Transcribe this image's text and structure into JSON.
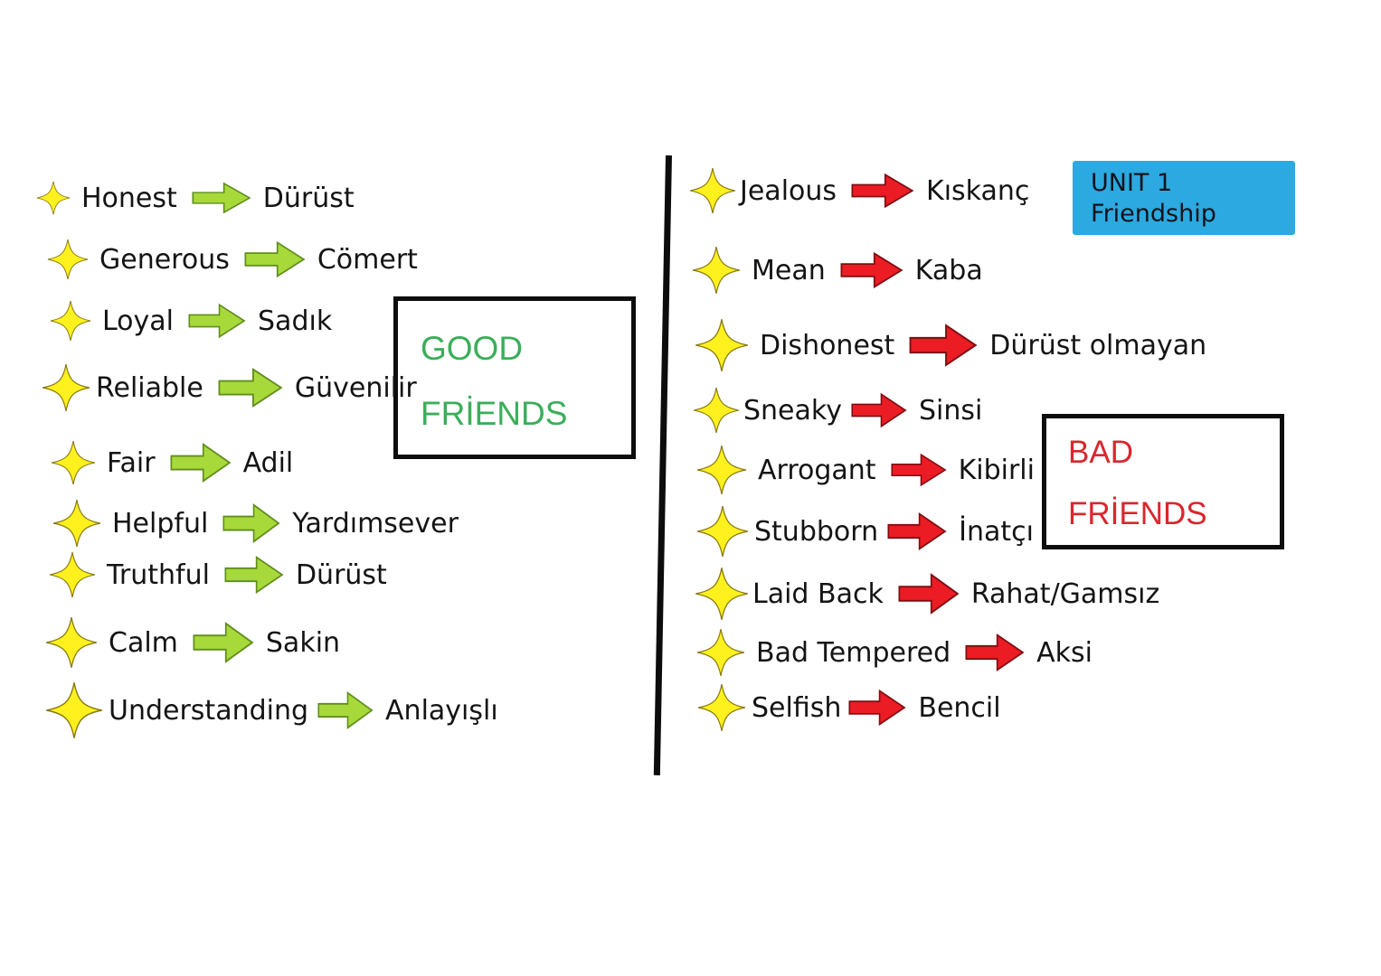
{
  "unit_box": {
    "line1": "UNIT 1",
    "line2": "Friendship",
    "bg_color": "#2BA9E0",
    "text_color": "#10131c"
  },
  "good_box": {
    "line1": "GOOD",
    "line2": "FRİENDS",
    "text_color": "#3BAE5A",
    "border_color": "#0d0d0d"
  },
  "bad_box": {
    "line1": "BAD",
    "line2": "FRİENDS",
    "text_color": "#D9272E",
    "border_color": "#0d0d0d"
  },
  "icons": {
    "star_color": "#FFF11E",
    "good_arrow_color": "#A7D93A",
    "bad_arrow_color": "#EB1C24"
  },
  "good": {
    "items": [
      {
        "word": "Honest",
        "translation": "Dürüst"
      },
      {
        "word": "Generous",
        "translation": "Cömert"
      },
      {
        "word": "Loyal",
        "translation": "Sadık"
      },
      {
        "word": "Reliable",
        "translation": "Güvenilir"
      },
      {
        "word": "Fair",
        "translation": "Adil"
      },
      {
        "word": "Helpful",
        "translation": "Yardımsever"
      },
      {
        "word": "Truthful",
        "translation": "Dürüst"
      },
      {
        "word": "Calm",
        "translation": "Sakin"
      },
      {
        "word": "Understanding",
        "translation": "Anlayışlı"
      }
    ]
  },
  "bad": {
    "items": [
      {
        "word": "Jealous",
        "translation": "Kıskanç"
      },
      {
        "word": "Mean",
        "translation": "Kaba"
      },
      {
        "word": "Dishonest",
        "translation": "Dürüst olmayan"
      },
      {
        "word": "Sneaky",
        "translation": "Sinsi"
      },
      {
        "word": "Arrogant",
        "translation": "Kibirli"
      },
      {
        "word": "Stubborn",
        "translation": "İnatçı"
      },
      {
        "word": "Laid Back",
        "translation": "Rahat/Gamsız"
      },
      {
        "word": "Bad Tempered",
        "translation": "Aksi"
      },
      {
        "word": "Selfish",
        "translation": "Bencil"
      }
    ]
  }
}
